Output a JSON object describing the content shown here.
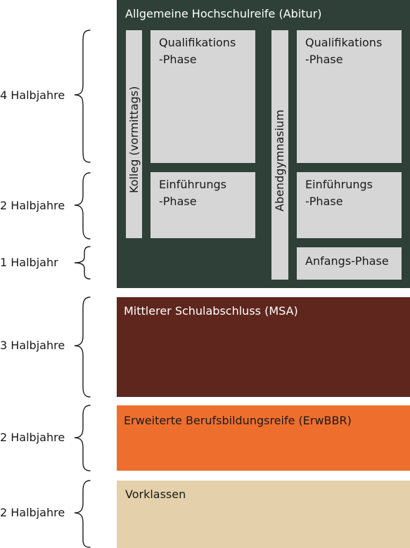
{
  "colors": {
    "abitur": "#2e4038",
    "msa": "#5e261d",
    "erwbbr": "#ee6f2d",
    "vorklassen": "#e4d1ab",
    "inner_box": "#d6d6d6"
  },
  "sections": {
    "abitur": {
      "title": "Allgemeine Hochschulreife (Abitur)",
      "kolleg_label": "Kolleg (vormittags)",
      "abendgymnasium_label": "Abendgymnasium",
      "kolleg_qualifikation_line1": "Qualifikations",
      "kolleg_qualifikation_line2": "-Phase",
      "kolleg_einfuehrung_line1": "Einführungs",
      "kolleg_einfuehrung_line2": "-Phase",
      "abend_qualifikation_line1": "Qualifikations",
      "abend_qualifikation_line2": "-Phase",
      "abend_einfuehrung_line1": "Einführungs",
      "abend_einfuehrung_line2": "-Phase",
      "abend_anfangs": "Anfangs-Phase"
    },
    "msa": {
      "title": "Mittlerer Schulabschluss (MSA)"
    },
    "erwbbr": {
      "title": "Erweiterte Berufsbildungsreife (ErwBBR)"
    },
    "vorklassen": {
      "title": "Vorklassen"
    }
  },
  "durations": [
    {
      "label": "4 Halbjahre"
    },
    {
      "label": "2 Halbjahre"
    },
    {
      "label": "1 Halbjahr"
    },
    {
      "label": "3 Halbjahre"
    },
    {
      "label": "2 Halbjahre"
    },
    {
      "label": "2 Halbjahre"
    }
  ]
}
